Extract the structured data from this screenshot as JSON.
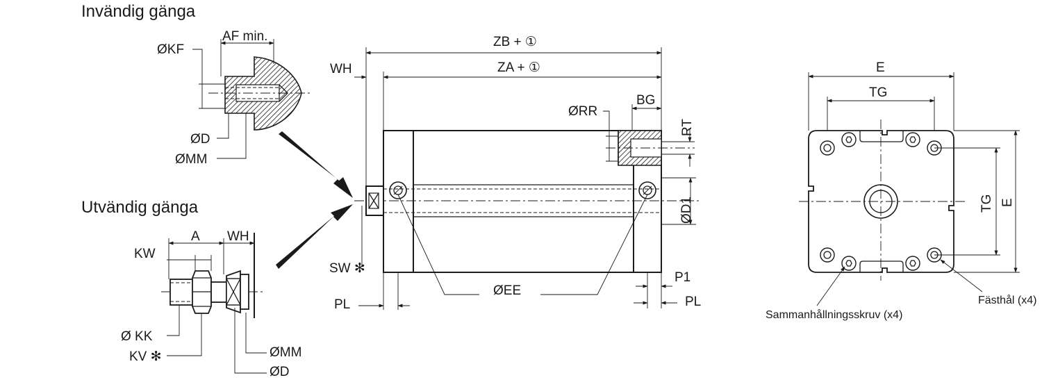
{
  "sections": {
    "internal_thread": "Invändig gänga",
    "external_thread": "Utvändig gänga"
  },
  "labels": {
    "kf": "ØKF",
    "af_min": "AF min.",
    "d_int": "ØD",
    "mm_int": "ØMM",
    "kw": "KW",
    "a": "A",
    "wh_ext": "WH",
    "kk": "Ø KK",
    "kv": "KV ✻",
    "mm_ext": "ØMM",
    "d_ext": "ØD",
    "zb": "ZB + ①",
    "za": "ZA + ①",
    "wh": "WH",
    "rr": "ØRR",
    "bg": "BG",
    "rt": "RT",
    "d1": "ØD1",
    "sw": "SW ✻",
    "ee": "ØEE",
    "pl_left": "PL",
    "p1": "P1",
    "pl_right": "PL",
    "e_top": "E",
    "tg_top": "TG",
    "tg_side": "TG",
    "e_side": "E",
    "tie_rod": "Sammanhållningsskruv (x4)",
    "mount_hole": "Fästhål (x4)"
  },
  "colors": {
    "line": "#1a1a1a",
    "background": "#ffffff"
  }
}
